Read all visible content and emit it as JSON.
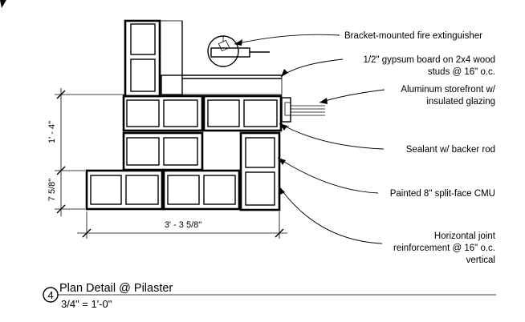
{
  "labels": {
    "extinguisher": "Bracket-mounted fire extinguisher",
    "gypsum_line1": "1/2\" gypsum board on 2x4 wood",
    "gypsum_line2": "studs @ 16\" o.c.",
    "storefront_line1": "Aluminum storefront w/",
    "storefront_line2": "insulated glazing",
    "sealant": "Sealant w/ backer rod",
    "cmu": "Painted 8\" split-face CMU",
    "joint_line1": "Horizontal joint",
    "joint_line2": "reinforcement @ 16\" o.c.",
    "joint_line3": "vertical"
  },
  "dimensions": {
    "upper_vertical": "1' - 4\"",
    "lower_vertical": "7 5/8\"",
    "horizontal": "3' - 3 5/8\""
  },
  "title_block": {
    "number": "4",
    "title": "Plan Detail @ Pilaster",
    "scale": "3/4\" = 1'-0\""
  }
}
